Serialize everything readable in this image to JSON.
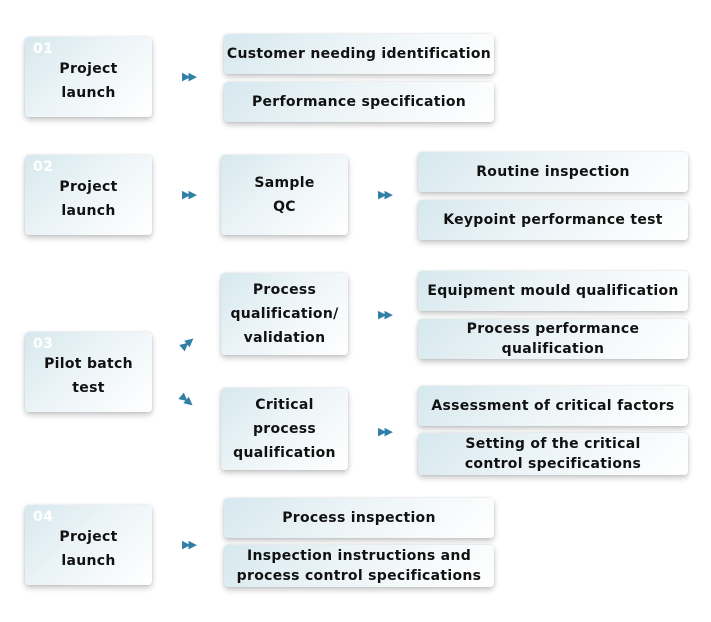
{
  "colors": {
    "arrow": "#2f7fa6",
    "box_gradient_start": "#d6e8ee",
    "box_gradient_end": "#ffffff",
    "number": "#ffffff"
  },
  "arrow_glyph": "▶▶",
  "stages": [
    {
      "number": "01",
      "label_lines": [
        "Project",
        "launch"
      ],
      "outputs": [
        "Customer needing identification",
        "Performance specification"
      ]
    },
    {
      "number": "02",
      "label_lines": [
        "Project",
        "launch"
      ],
      "middle_lines": [
        "Sample",
        "QC"
      ],
      "outputs": [
        "Routine inspection",
        "Keypoint performance test"
      ]
    },
    {
      "number": "03",
      "label_lines": [
        "Pilot batch",
        "test"
      ],
      "branches": [
        {
          "lines": [
            "Process",
            "qualification/",
            "validation"
          ],
          "outputs": [
            [
              "Equipment mould qualification"
            ],
            [
              "Process performance qualification"
            ]
          ]
        },
        {
          "lines": [
            "Critical",
            "process",
            "qualification"
          ],
          "outputs": [
            [
              "Assessment of critical factors"
            ],
            [
              "Setting of the critical",
              "control specifications"
            ]
          ]
        }
      ]
    },
    {
      "number": "04",
      "label_lines": [
        "Project",
        "launch"
      ],
      "outputs": [
        [
          "Process inspection"
        ],
        [
          "Inspection instructions and",
          "process control specifications"
        ]
      ]
    }
  ]
}
